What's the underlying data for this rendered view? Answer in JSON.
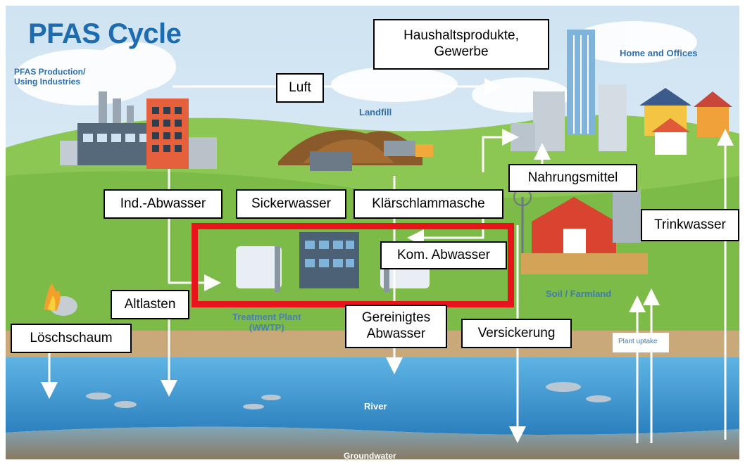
{
  "title": "PFAS Cycle",
  "scene_labels": {
    "production": "PFAS Production/\nUsing Industries",
    "landfill": "Landfill",
    "home_offices": "Home and Offices",
    "wwtp": "Treatment Plant\n(WWTP)",
    "soil": "Soil / Farmland",
    "plant_uptake": "Plant uptake",
    "river": "River",
    "groundwater": "Groundwater"
  },
  "boxes": {
    "haushalt": "Haushaltsprodukte,\nGewerbe",
    "luft": "Luft",
    "nahrung": "Nahrungsmittel",
    "ind_abwasser": "Ind.-Abwasser",
    "sickerwasser": "Sickerwasser",
    "klaerschlamm": "Klärschlammasche",
    "trinkwasser": "Trinkwasser",
    "kom_abwasser": "Kom. Abwasser",
    "altlasten": "Altlasten",
    "gereinigt": "Gereinigtes\nAbwasser",
    "versickerung": "Versickerung",
    "loeschschaum": "Löschschaum"
  },
  "colors": {
    "highlight": "#e8141b",
    "sky": "#dbeaf5",
    "grass": "#78b843",
    "river": "#2f8cc8",
    "title": "#1e6cb0"
  }
}
